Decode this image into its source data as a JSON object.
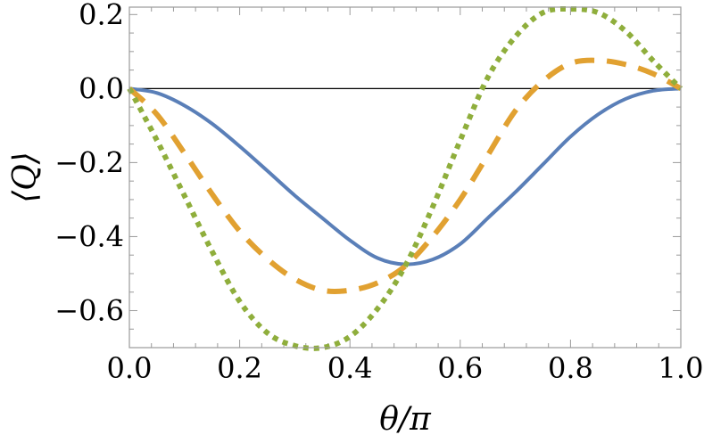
{
  "chart_data": {
    "type": "line",
    "xlabel": "θ/π",
    "ylabel": "⟨Q⟩",
    "xlim": [
      0.0,
      1.0
    ],
    "ylim": [
      -0.7,
      0.22
    ],
    "xticks": [
      0.0,
      0.2,
      0.4,
      0.6,
      0.8,
      1.0
    ],
    "xtick_labels": [
      "0.0",
      "0.2",
      "0.4",
      "0.6",
      "0.8",
      "1.0"
    ],
    "yticks": [
      0.2,
      0.0,
      -0.2,
      -0.4,
      -0.6
    ],
    "ytick_labels": [
      "0.2",
      "0.0",
      "−0.2",
      "−0.4",
      "−0.6"
    ],
    "grid": false,
    "reference_line_y": 0.0,
    "x": [
      0.0,
      0.05,
      0.1,
      0.15,
      0.2,
      0.25,
      0.3,
      0.35,
      0.4,
      0.45,
      0.5,
      0.55,
      0.6,
      0.65,
      0.7,
      0.75,
      0.8,
      0.85,
      0.9,
      0.95,
      1.0
    ],
    "series": [
      {
        "style": "solid",
        "color": "#5A7FB8",
        "values": [
          0.0,
          -0.012,
          -0.046,
          -0.095,
          -0.156,
          -0.222,
          -0.289,
          -0.35,
          -0.41,
          -0.458,
          -0.475,
          -0.462,
          -0.42,
          -0.35,
          -0.28,
          -0.205,
          -0.13,
          -0.07,
          -0.028,
          -0.006,
          0.0
        ]
      },
      {
        "style": "dashed",
        "color": "#E1A131",
        "values": [
          0.0,
          -0.07,
          -0.175,
          -0.285,
          -0.385,
          -0.46,
          -0.515,
          -0.545,
          -0.545,
          -0.525,
          -0.48,
          -0.4,
          -0.3,
          -0.18,
          -0.06,
          0.02,
          0.068,
          0.076,
          0.065,
          0.04,
          0.0
        ]
      },
      {
        "style": "dotted",
        "color": "#8FAE3C",
        "values": [
          0.0,
          -0.14,
          -0.29,
          -0.44,
          -0.575,
          -0.66,
          -0.695,
          -0.7,
          -0.67,
          -0.595,
          -0.48,
          -0.32,
          -0.14,
          0.03,
          0.14,
          0.205,
          0.215,
          0.205,
          0.155,
          0.075,
          0.0
        ]
      }
    ]
  }
}
